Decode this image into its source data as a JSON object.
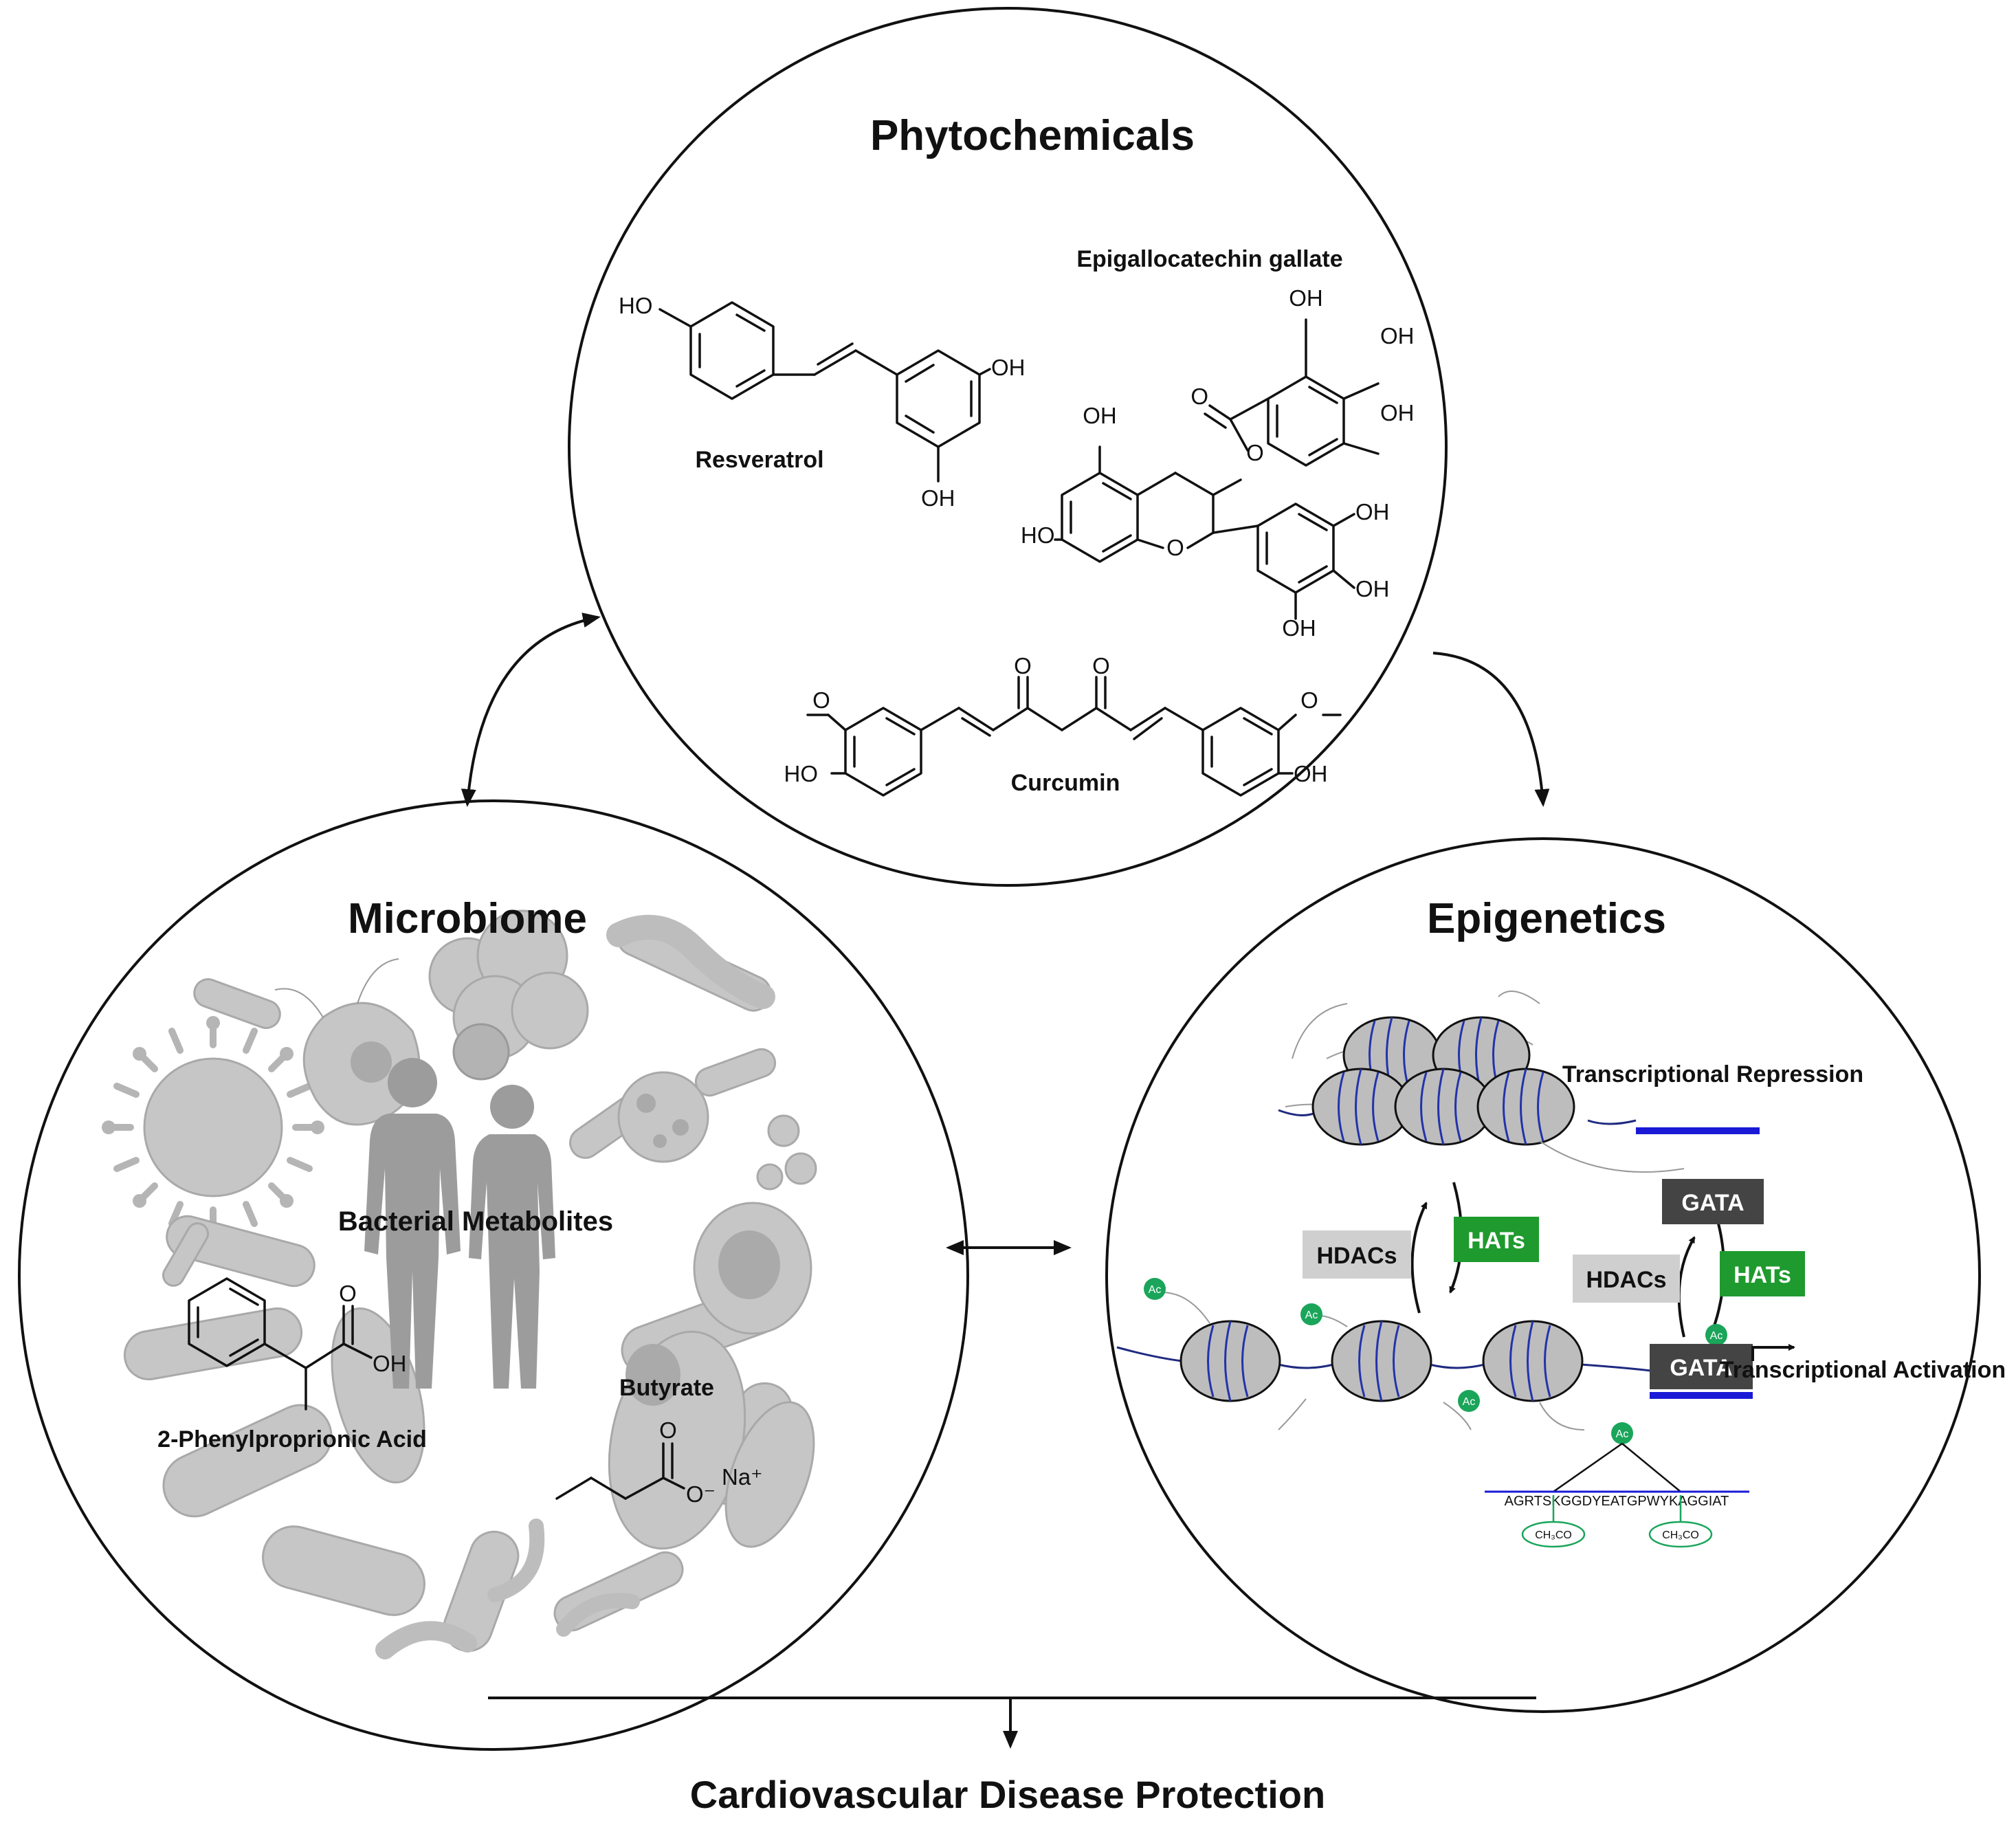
{
  "phytochemicals": {
    "title": "Phytochemicals",
    "compounds": [
      "Resveratrol",
      "Epigallocatechin gallate",
      "Curcumin"
    ],
    "atoms": {
      "ho": "HO",
      "oh": "OH",
      "o": "O"
    }
  },
  "microbiome": {
    "title": "Microbiome",
    "subtitle": "Bacterial Metabolites",
    "compounds": [
      "2-Phenylproprionic Acid",
      "Butyrate"
    ],
    "atoms": {
      "oh": "OH",
      "o": "O",
      "o_minus": "O⁻",
      "na_plus": "Na⁺"
    }
  },
  "epigenetics": {
    "title": "Epigenetics",
    "states": [
      "Transcriptional Repression",
      "Transcriptional Activation"
    ],
    "enzymes": {
      "hdacs": "HDACs",
      "hats": "HATs"
    },
    "factor": "GATA",
    "acetyl": "Ac",
    "sequence": "AGRTSKGGDYEATGPWYKAGGIAT",
    "methyl_groups": [
      "CH₃CO",
      "CH₃CO"
    ]
  },
  "outcome": "Cardiovascular Disease Protection",
  "colors": {
    "hats": "#1f9a2e",
    "hdacs": "#cfcfcf",
    "gata": "#444444",
    "gene": "#1a1ad6",
    "dna": "#1f2a80",
    "acetyl": "#1aa55a"
  }
}
